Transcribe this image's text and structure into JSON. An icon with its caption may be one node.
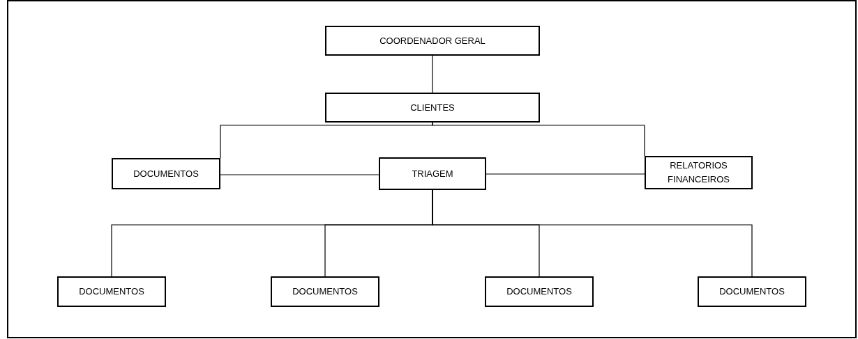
{
  "diagram": {
    "nodes": [
      {
        "text": [
          "COORDENADOR GERAL"
        ]
      },
      {
        "text": [
          "CLIENTES"
        ]
      },
      {
        "text": [
          "DOCUMENTOS"
        ]
      },
      {
        "text": [
          "TRIAGEM"
        ]
      },
      {
        "text": [
          "RELATORIOS FINANCEIROS"
        ]
      },
      {
        "text": [
          "DOCUMENTOS"
        ]
      },
      {
        "text": [
          "DOCUMENTOS"
        ]
      },
      {
        "text": [
          "DOCUMENTOS"
        ]
      },
      {
        "text": [
          "DOCUMENTOS"
        ]
      }
    ],
    "edges": [
      {
        "from": 0,
        "to": 1,
        "arrow": "none"
      },
      {
        "from": 1,
        "to": 2,
        "arrow": "none"
      },
      {
        "from": 1,
        "to": 4,
        "arrow": "none"
      },
      {
        "from": 2,
        "to": 3,
        "arrow": "none"
      },
      {
        "from": 3,
        "to": 4,
        "arrow": "none"
      },
      {
        "from": 3,
        "to": 5,
        "arrow": "none"
      },
      {
        "from": 3,
        "to": 6,
        "arrow": "none"
      },
      {
        "from": 3,
        "to": 7,
        "arrow": "none"
      },
      {
        "from": 3,
        "to": 8,
        "arrow": "none"
      }
    ]
  }
}
